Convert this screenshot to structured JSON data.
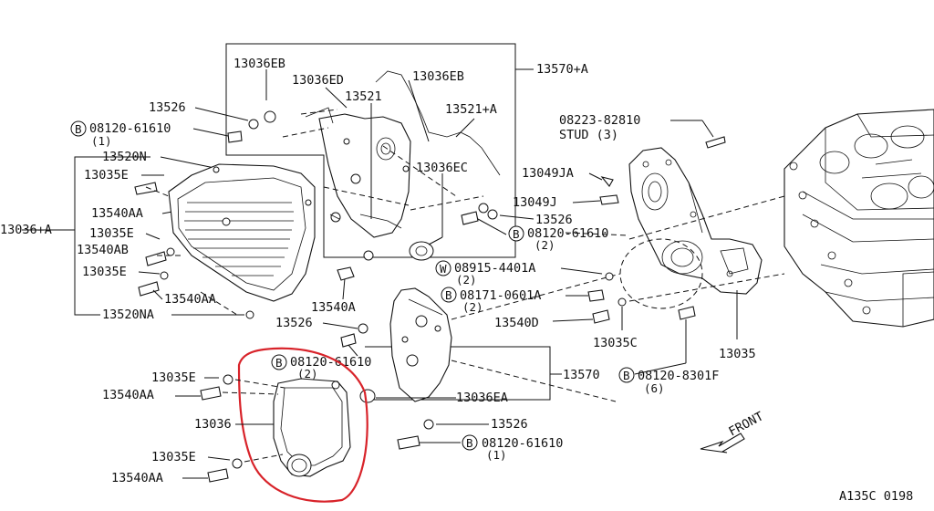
{
  "labels": {
    "p13570a": "13570+A",
    "p13036eb_top": "13036EB",
    "p13036ed": "13036ED",
    "p13036eb_mid": "13036EB",
    "p13521": "13521",
    "p13521a": "13521+A",
    "p13526_top": "13526",
    "bolt_top_num": "08120-61610",
    "bolt_top_qty": "(1)",
    "p13520n": "13520N",
    "p13035e_1": "13035E",
    "p13036ec": "13036EC",
    "p13036a": "13036+A",
    "p13540aa_1": "13540AA",
    "p13035e_2": "13035E",
    "p13540ab": "13540AB",
    "p13035e_3": "13035E",
    "p13540aa_2": "13540AA",
    "p13520na": "13520NA",
    "p13540a": "13540A",
    "p13526_mid": "13526",
    "bolt_mid_num": "08120-61610",
    "bolt_mid_qty": "(2)",
    "stud_num": "08223-82810",
    "stud_text": "STUD (3)",
    "p13049ja": "13049JA",
    "p13049j": "13049J",
    "p13526_right": "13526",
    "bolt_right_num": "08120-61610",
    "bolt_right_qty": "(2)",
    "washer_num": "08915-4401A",
    "washer_qty": "(2)",
    "bolt_0601_num": "08171-0601A",
    "bolt_0601_qty": "(2)",
    "p13540d": "13540D",
    "p13035c": "13035C",
    "p13035": "13035",
    "p13570": "13570",
    "bolt_8301_num": "08120-8301F",
    "bolt_8301_qty": "(6)",
    "p13036ea": "13036EA",
    "p13526_bottom": "13526",
    "bolt_bottom_num": "08120-61610",
    "bolt_bottom_qty": "(1)",
    "p13035e_4": "13035E",
    "p13540aa_3": "13540AA",
    "p13036": "13036",
    "p13035e_5": "13035E",
    "p13540aa_4": "13540AA",
    "front": "FRONT",
    "code": "A135C 0198",
    "b_marker": "B",
    "w_marker": "W"
  },
  "colors": {
    "ink": "#111111",
    "highlight": "#d8232a",
    "background": "#ffffff"
  }
}
